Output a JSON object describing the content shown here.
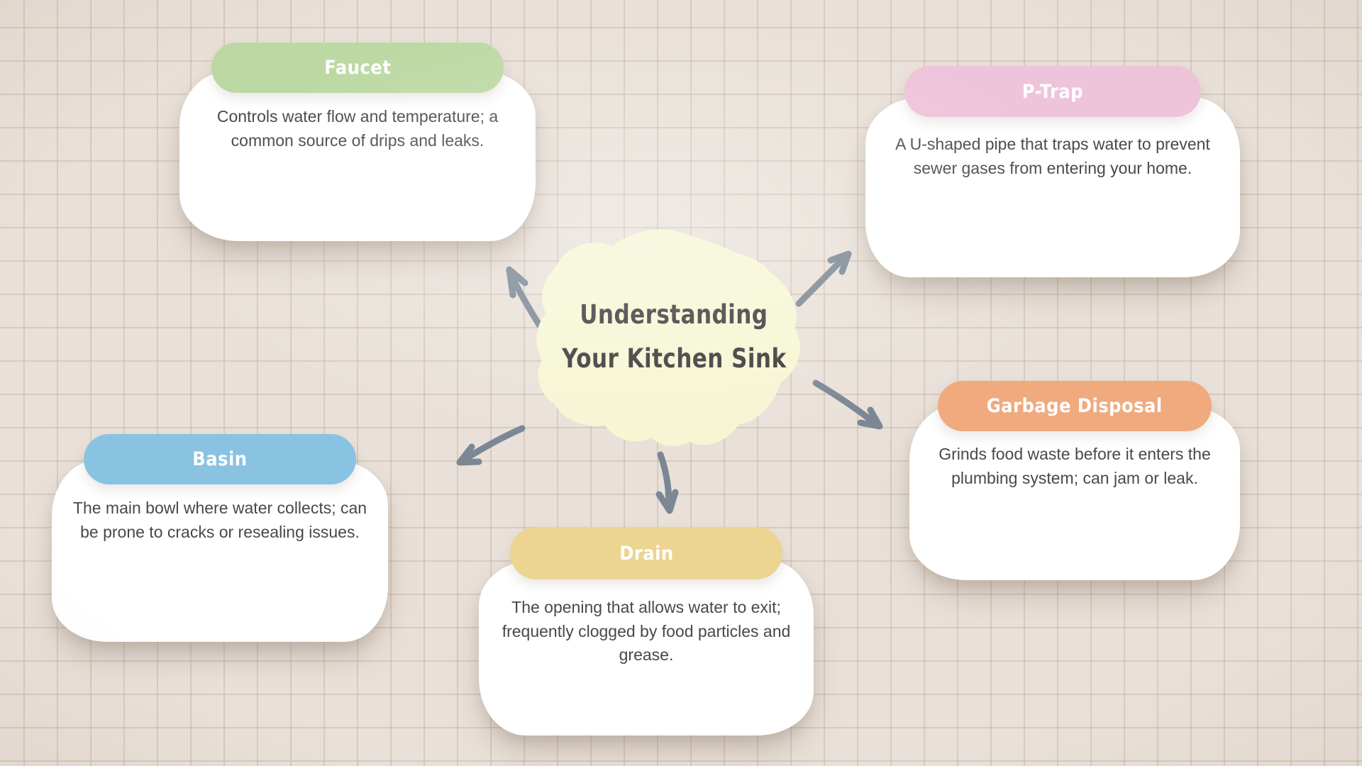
{
  "title": {
    "line1": "Understanding",
    "line2": "Your Kitchen Sink"
  },
  "nodes": [
    {
      "id": "faucet",
      "label": "Faucet",
      "pill_color": "#bcd9a3",
      "description": "Controls water flow and temperature; a common source of drips and leaks."
    },
    {
      "id": "p-trap",
      "label": "P-Trap",
      "pill_color": "#eec4da",
      "description": "A U-shaped pipe that traps water to prevent sewer gases from entering your home."
    },
    {
      "id": "basin",
      "label": "Basin",
      "pill_color": "#8ac2e2",
      "description": "The main bowl where water collects; can be prone to cracks or resealing issues."
    },
    {
      "id": "drain",
      "label": "Drain",
      "pill_color": "#ecd491",
      "description": "The opening that allows water to exit; frequently clogged by food particles and grease."
    },
    {
      "id": "garbage-disposal",
      "label": "Garbage Disposal",
      "pill_color": "#f0aa7e",
      "description": "Grinds food waste before it enters the plumbing system; can jam or leak."
    }
  ],
  "connectors": [
    {
      "from": "center",
      "to": "faucet"
    },
    {
      "from": "center",
      "to": "p-trap"
    },
    {
      "from": "center",
      "to": "basin"
    },
    {
      "from": "center",
      "to": "drain"
    },
    {
      "from": "center",
      "to": "garbage-disposal"
    }
  ],
  "colors": {
    "background": "#e9e1d9",
    "grid_line": "#d5cac0",
    "blob": "#f6f6d4",
    "arrow": "#7b8794",
    "card": "#ffffff",
    "body_text": "#46494d",
    "title_text": "#3a3a3a",
    "pill_text": "#ffffff"
  }
}
